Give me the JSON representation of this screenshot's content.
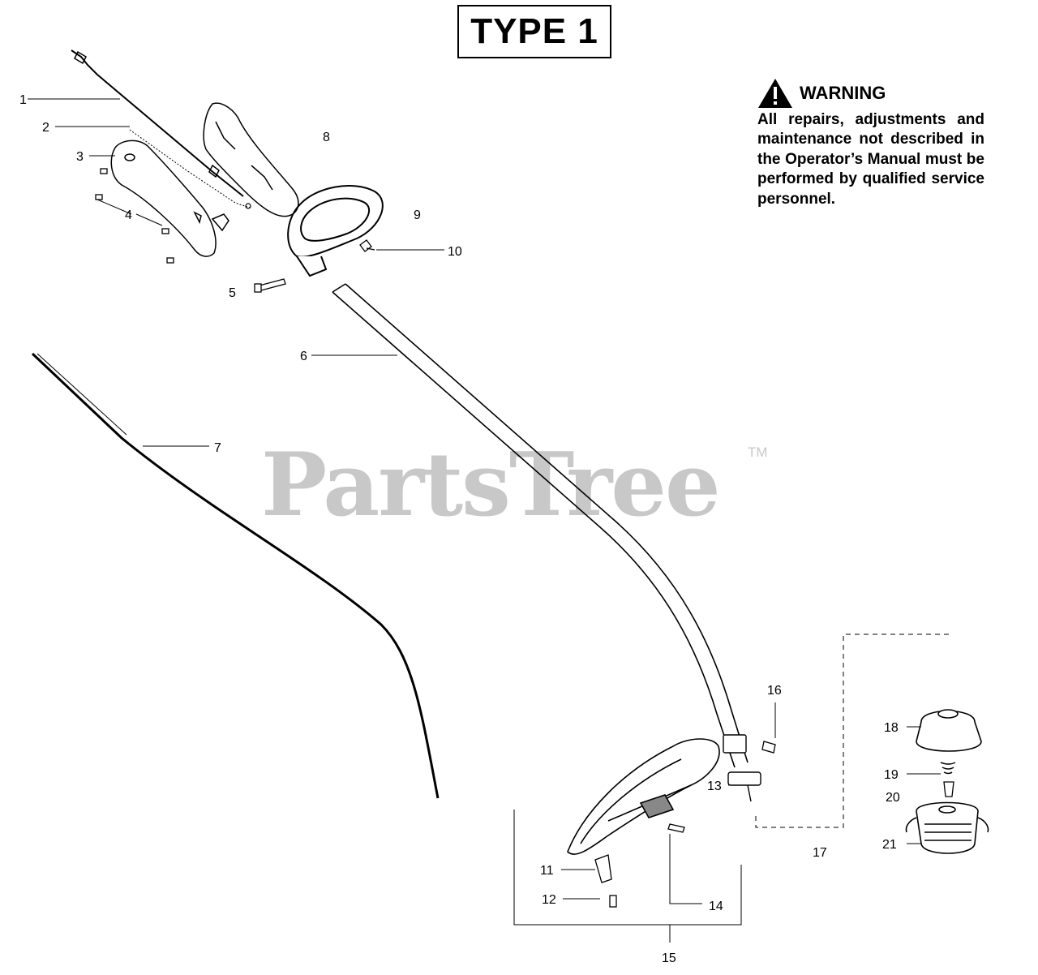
{
  "header": {
    "title": "TYPE 1"
  },
  "warning": {
    "heading": "WARNING",
    "body": "All repairs, adjustments and maintenance not described in the Operator’s Manual must be performed by qualified service personnel.",
    "icon": "warning-triangle-icon"
  },
  "watermark": {
    "text": "PartsTree",
    "trademark": "TM"
  },
  "callouts": [
    "1",
    "2",
    "3",
    "4",
    "5",
    "6",
    "7",
    "8",
    "9",
    "10",
    "11",
    "12",
    "13",
    "14",
    "15",
    "16",
    "17",
    "18",
    "19",
    "20",
    "21"
  ]
}
